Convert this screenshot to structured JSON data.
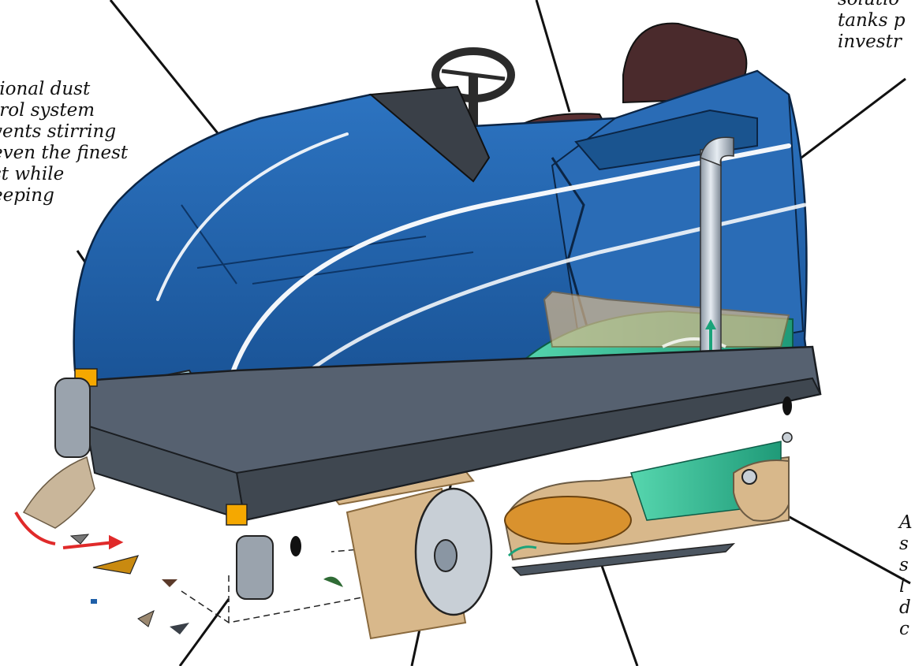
{
  "callouts": {
    "dust_control": "tional dust\ntrol system\nvents stirring\neven the finest\nst while\neeping",
    "tanks": "solutio\ntanks p\ninvestr",
    "right_edge": "A\ns\ns\nl\nd\nc"
  },
  "colors": {
    "body_blue": "#1f5fa8",
    "body_blue_dark": "#123f78",
    "frame_gray": "#4b5560",
    "brush_orange": "#d9922e",
    "water_teal": "#2fb58e",
    "debris_tan": "#d8b88b",
    "arrow_red": "#e02a2a"
  }
}
